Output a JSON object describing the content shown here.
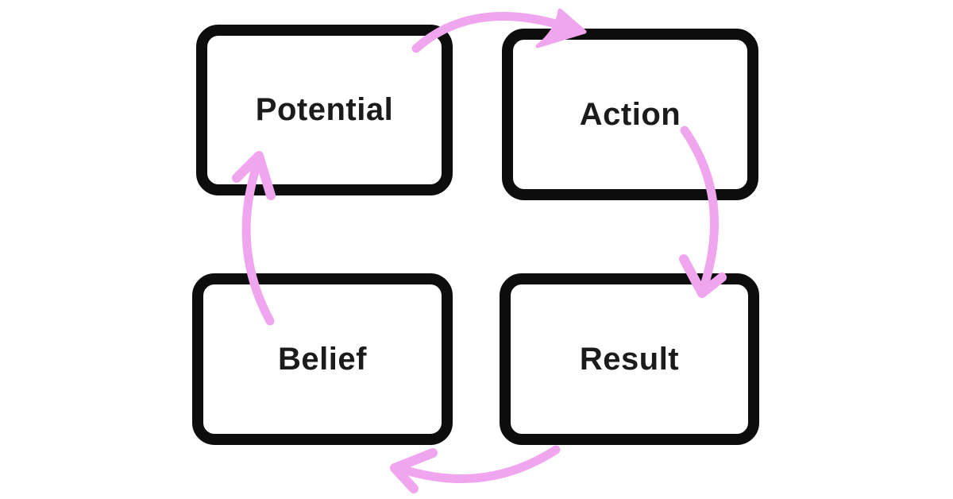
{
  "diagram": {
    "type": "cycle",
    "nodes": [
      {
        "id": "potential",
        "label": "Potential",
        "position": "top-left"
      },
      {
        "id": "action",
        "label": "Action",
        "position": "top-right"
      },
      {
        "id": "belief",
        "label": "Belief",
        "position": "bottom-left"
      },
      {
        "id": "result",
        "label": "Result",
        "position": "bottom-right"
      }
    ],
    "edges": [
      {
        "from": "Potential",
        "to": "Action",
        "style": "hand-drawn curved arrow"
      },
      {
        "from": "Action",
        "to": "Result",
        "style": "hand-drawn curved arrow"
      },
      {
        "from": "Result",
        "to": "Belief",
        "style": "hand-drawn curved arrow"
      },
      {
        "from": "Belief",
        "to": "Potential",
        "style": "hand-drawn curved arrow"
      }
    ],
    "colors": {
      "arrow": "#F0A6EE",
      "node_border": "#0d0d0d",
      "node_fill": "#ffffff",
      "label": "#1b1b1b",
      "background": "#ffffff"
    }
  }
}
